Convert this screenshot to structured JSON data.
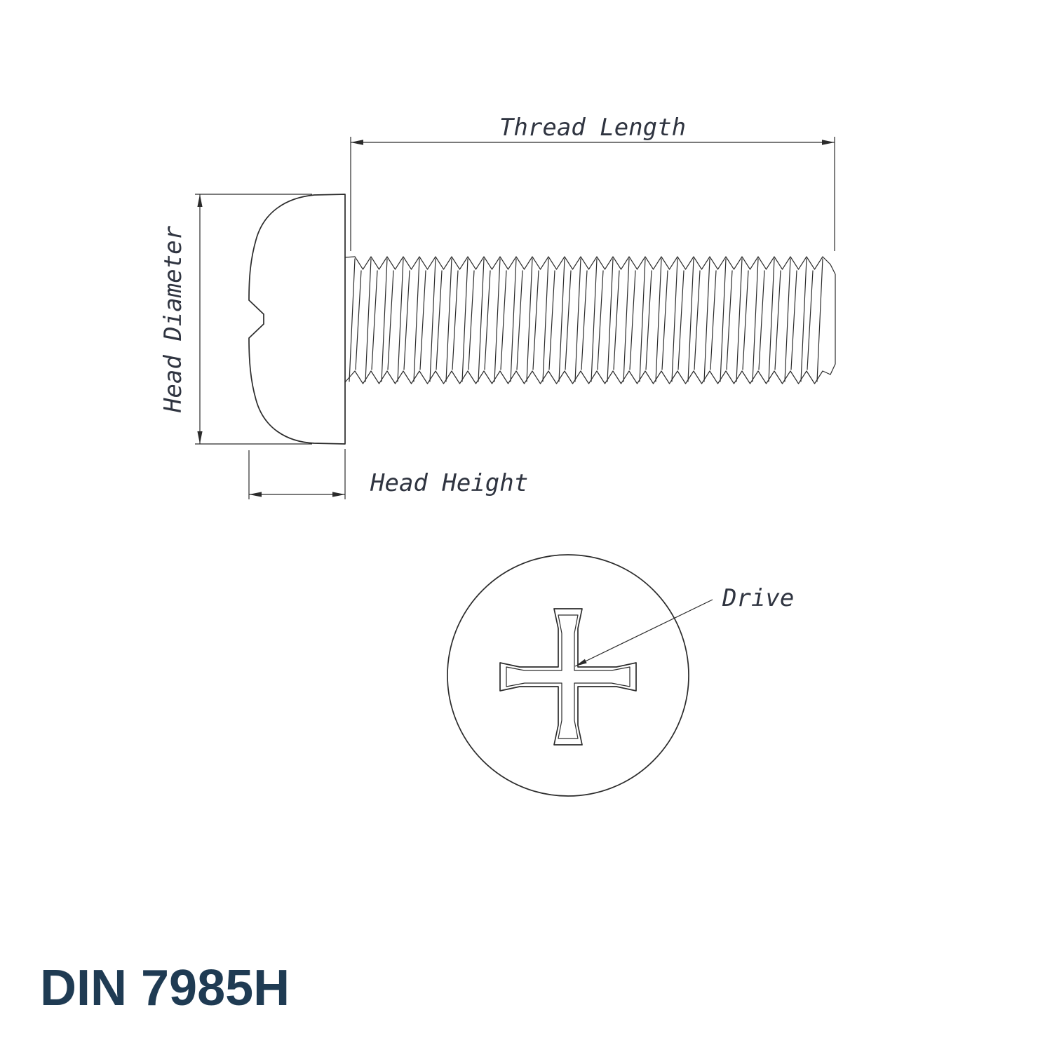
{
  "drawing": {
    "title": "DIN 7985H",
    "labels": {
      "thread_length": "Thread Length",
      "head_diameter": "Head Diameter",
      "head_height": "Head Height",
      "drive": "Drive"
    },
    "colors": {
      "line": "#2b2b2b",
      "label": "#2f3440",
      "title": "#1f3b53"
    }
  }
}
